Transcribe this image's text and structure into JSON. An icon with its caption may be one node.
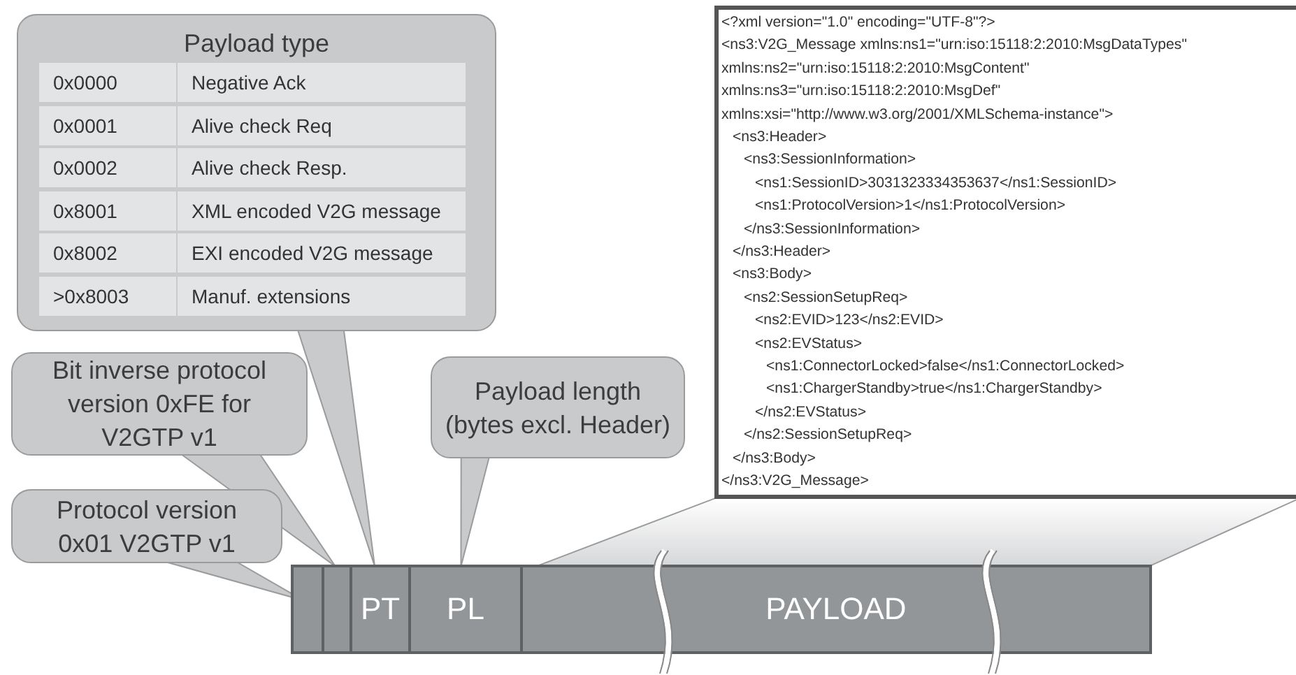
{
  "diagram": {
    "nodes": [
      {
        "text": [
          "Payload type"
        ]
      },
      {
        "text": [
          "Bit inverse protocol version 0xFE for V2GTP v1"
        ]
      },
      {
        "text": [
          "Payload length (bytes excl. Header)"
        ]
      },
      {
        "text": [
          "<?xml version=\"1.0\" encoding=\"UTF-8\"?>",
          "<ns3:V2G_Message xmlns:ns1=\"urn:iso:15118:2:2010:MsgDataTypes\"",
          "xmlns:ns2=\"urn:iso:15118:2:2010:MsgContent\"",
          "xmlns:ns3=\"urn:iso:15118:2:2010:MsgDef\"",
          "xmlns:xsi=\"http://www.w3.org/2001/XMLSchema-instance\">",
          "<ns3:Header>",
          "<ns3:SessionInformation>",
          "<ns1:SessionID>3031323334353637</ns1:SessionID>",
          "<ns1:ProtocolVersion>1</ns1:ProtocolVersion>",
          "</ns3:SessionInformation>",
          "</ns3:Header>",
          "<ns3:Body>",
          "<ns2:SessionSetupReq>",
          "<ns2:EVID>123</ns2:EVID>",
          "<ns2:EVStatus>",
          "<ns1:ConnectorLocked>false</ns1:ConnectorLocked>",
          "<ns1:ChargerStandby>true</ns1:ChargerStandby>",
          "</ns2:EVStatus>",
          "</ns2:SessionSetupReq>",
          "</ns3:Body>",
          "</ns3:V2G_Message>"
        ]
      },
      {
        "text": [
          "Protocol version 0x01 V2GTP v1"
        ]
      },
      {
        "text": [],
        "shape": "box"
      },
      {
        "text": [],
        "shape": "box"
      },
      {
        "text": [
          "PT"
        ]
      },
      {
        "text": [
          "PL"
        ]
      },
      {
        "text": [
          "PAYLOAD"
        ]
      }
    ],
    "edges": [
      {
        "from": 0,
        "to": 7,
        "arrow": "none"
      },
      {
        "from": 1,
        "to": 6,
        "arrow": "none"
      },
      {
        "from": 2,
        "to": 8,
        "arrow": "none"
      },
      {
        "from": 3,
        "to": 9,
        "arrow": "none"
      },
      {
        "from": 4,
        "to": 5,
        "arrow": "none"
      }
    ],
    "labels": [
      "0x0000",
      "Negative Ack",
      "0x0001",
      "Alive check Req",
      "0x0002",
      "Alive check Resp.",
      "0x8001",
      "XML encoded V2G message",
      "0x8002",
      "EXI encoded V2G message",
      ">0x8003",
      "Manuf. extensions"
    ]
  }
}
